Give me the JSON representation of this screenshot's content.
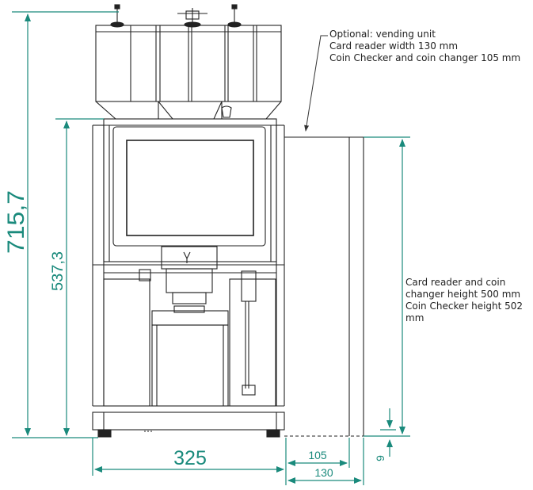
{
  "dimensions": {
    "total_height": "715,7",
    "body_height": "537,3",
    "width": "325",
    "unit_width_105": "105",
    "unit_width_130": "130",
    "foot_height": "9"
  },
  "notes": {
    "vending_unit": [
      "Optional: vending unit",
      "Card reader width 130 mm",
      "Coin Checker and coin changer 105 mm"
    ],
    "heights": [
      "Card reader and coin",
      "changer height 500 mm",
      "Coin Checker height 502",
      "mm"
    ]
  },
  "colors": {
    "dimension": "#1a8a7c",
    "outline": "#222222",
    "screen": "#1f1f1f"
  }
}
